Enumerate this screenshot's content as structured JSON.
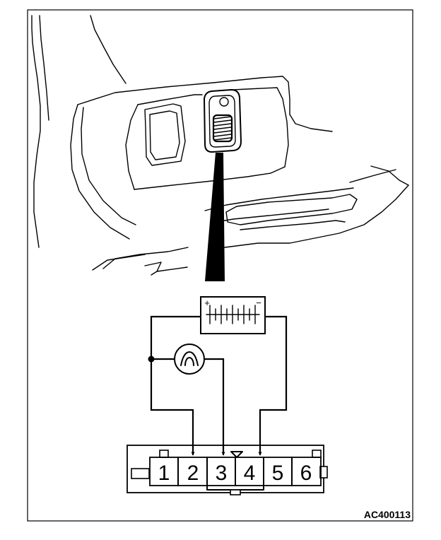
{
  "battery": {
    "positive_sign": "+",
    "negative_sign": "−"
  },
  "connector": {
    "pins": [
      "1",
      "2",
      "3",
      "4",
      "5",
      "6"
    ]
  },
  "reference_code": "AC400113",
  "icons": {
    "dash_panel": "dashboard-illustration-icon",
    "dimmer_switch": "rheostat-dial-icon",
    "lamp": "lamp-symbol-icon",
    "battery": "battery-symbol-icon"
  }
}
